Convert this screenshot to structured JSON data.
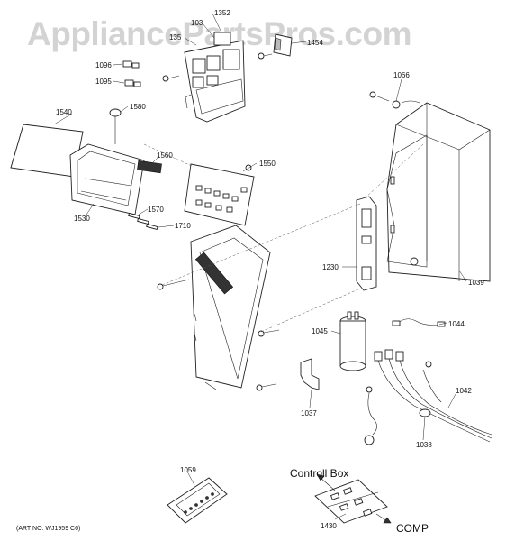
{
  "watermark": "AppliancePartsPros.com",
  "art_number": "(ART NO. WJ1959 C6)",
  "annotations": {
    "control_box": "Controll Box",
    "comp": "COMP"
  },
  "callouts": {
    "p1352": "1352",
    "p1351": "135",
    "p1353": "103",
    "p1454": "1454",
    "p1096": "1096",
    "p1095": "1095",
    "p1066": "1066",
    "p1540": "1540",
    "p1580": "1580",
    "p1560": "1560",
    "p1550": "1550",
    "p1530": "1530",
    "p1570": "1570",
    "p1710": "1710",
    "p1230": "1230",
    "p1039": "1039",
    "p1045": "1045",
    "p1044": "1044",
    "p1037": "1037",
    "p1042": "1042",
    "p1038": "1038",
    "p1059": "1059",
    "p1430": "1430"
  }
}
